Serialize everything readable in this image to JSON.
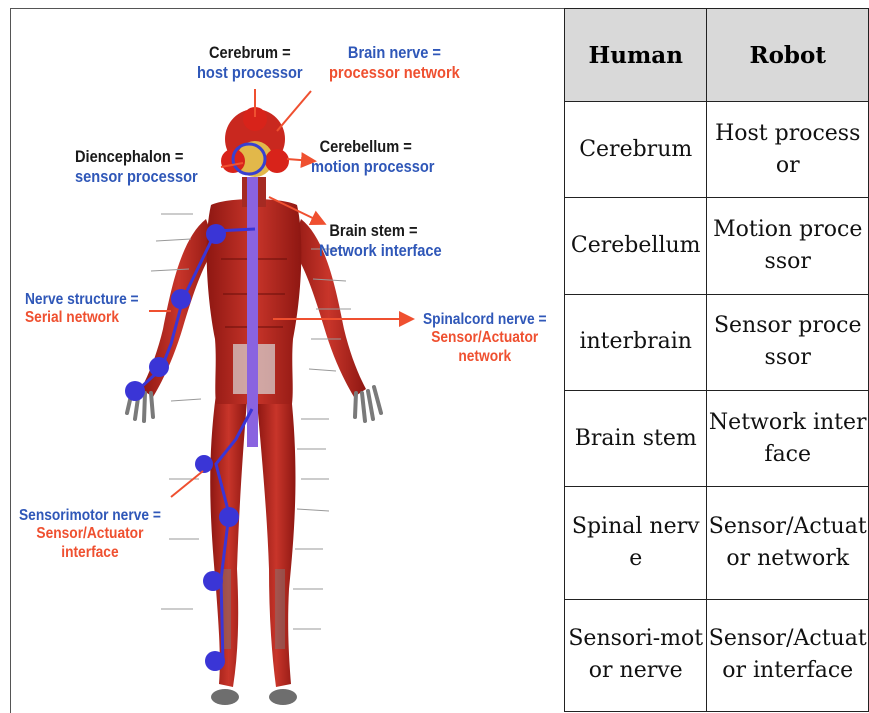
{
  "figure": {
    "labels": {
      "cerebrum": {
        "title": "Cerebrum =",
        "mapping": "host processor"
      },
      "brain_nerve": {
        "title": "Brain nerve =",
        "mapping": "processor network"
      },
      "diencephalon": {
        "title": "Diencephalon =",
        "mapping": "sensor processor"
      },
      "cerebellum": {
        "title": "Cerebellum =",
        "mapping": "motion processor"
      },
      "brain_stem": {
        "title": "Brain stem =",
        "mapping": "Network interface"
      },
      "nerve_structure": {
        "title": "Nerve structure =",
        "mapping": "Serial network"
      },
      "spinalcord_nerve": {
        "title": "Spinalcord nerve =",
        "mapping_line1": "Sensor/Actuator",
        "mapping_line2": "network"
      },
      "sensorimotor_nerve": {
        "title": "Sensorimotor nerve =",
        "mapping_line1": "Sensor/Actuator",
        "mapping_line2": "interface"
      }
    },
    "colors": {
      "title_dark": "#1a1a1a",
      "title_blue": "#2f57b8",
      "mapping_red": "#ef5030",
      "muscle": "#b8231e",
      "spine": "#8a63e0",
      "node": "#3a35d6",
      "arrow": "#ef5030"
    }
  },
  "table": {
    "headers": {
      "human": "Human",
      "robot": "Robot"
    },
    "rows": [
      {
        "human": "Cerebrum",
        "robot": "Host processor"
      },
      {
        "human": "Cerebellum",
        "robot": "Motion processor"
      },
      {
        "human": "interbrain",
        "robot": "Sensor processor"
      },
      {
        "human": "Brain stem",
        "robot": "Network interface"
      },
      {
        "human": "Spinal nerve",
        "robot": "Sensor/Actuator network"
      },
      {
        "human": "Sensori-motor nerve",
        "robot": "Sensor/Actuator interface"
      }
    ],
    "header_bg": "#d9d9d9"
  }
}
